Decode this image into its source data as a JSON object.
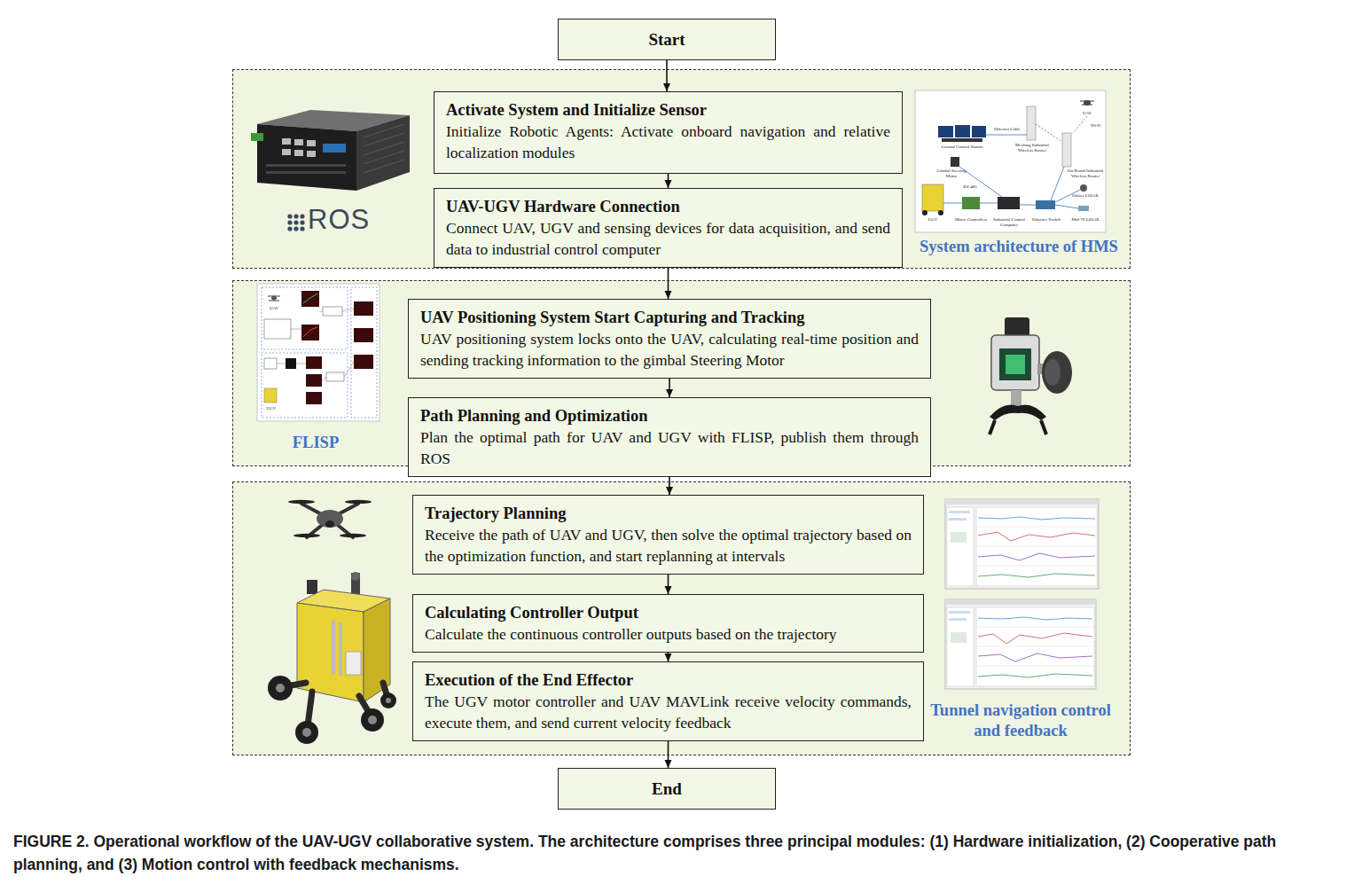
{
  "diagram": {
    "caption": "FIGURE 2. Operational workflow of the UAV-UGV collaborative system. The architecture comprises three principal modules: (1) Hardware initialization, (2) Cooperative path planning, and (3) Motion control with feedback mechanisms.",
    "nodes": [
      {
        "text": [
          "Start"
        ]
      },
      {
        "text": [
          "System architecture of HMS"
        ]
      },
      {
        "text": [
          "Activate System and Initialize Sensor",
          "Initialize Robotic Agents: Activate onboard navigation and relative localization modules"
        ],
        "in": 1
      },
      {
        "text": [
          "UAV-UGV Hardware Connection",
          "Connect UAV, UGV and sensing devices for data acquisition, and send data to industrial control computer"
        ],
        "in": 1
      },
      {
        "text": [
          "FLISP"
        ]
      },
      {
        "text": [
          "UAV Positioning System Start Capturing and Tracking",
          "UAV positioning system locks onto the UAV, calculating real-time position and sending tracking information to the gimbal Steering Motor"
        ],
        "in": 4
      },
      {
        "text": [
          "Path Planning and Optimization",
          "Plan the optimal path for UAV and UGV with FLISP, publish them through ROS"
        ],
        "in": 4
      },
      {
        "text": [
          "Tunnel navigation control and feedback"
        ]
      },
      {
        "text": [
          "Trajectory Planning",
          "Receive the path of UAV and UGV, then solve the optimal trajectory based on the optimization function, and start replanning at intervals"
        ],
        "in": 7
      },
      {
        "text": [
          "Calculating Controller Output",
          "Calculate the continuous controller outputs based on the trajectory"
        ],
        "in": 7
      },
      {
        "text": [
          "Execution of the End Effector",
          "The UGV motor controller and UAV MAVLink receive velocity commands, execute them, and send current velocity feedback"
        ],
        "in": 7
      },
      {
        "text": [
          "End"
        ]
      }
    ],
    "edges": [
      {
        "from": 0,
        "to": 2,
        "arrow": "to"
      },
      {
        "from": 2,
        "to": 3,
        "arrow": "to"
      },
      {
        "from": 3,
        "to": 5,
        "arrow": "to"
      },
      {
        "from": 5,
        "to": 6,
        "arrow": "to"
      },
      {
        "from": 6,
        "to": 8,
        "arrow": "to"
      },
      {
        "from": 8,
        "to": 9,
        "arrow": "to"
      },
      {
        "from": 9,
        "to": 10,
        "arrow": "to"
      },
      {
        "from": 10,
        "to": 11,
        "arrow": "to"
      }
    ],
    "labels": [
      "ROS",
      "UAV",
      "Wi-Fi",
      "Ground Control Station",
      "Ethernet Cable",
      "Meshing Industrial Wireless Router",
      "Gimbal Steering Motor",
      "RS-485",
      "On-Board Industrial Wireless Router",
      "Ouster LiDAR",
      "UGV",
      "Motor Controllers",
      "Industrial Control Computer",
      "Ethernet Switch",
      "Mid-70 LiDAR",
      "UAV",
      "UGV"
    ]
  }
}
